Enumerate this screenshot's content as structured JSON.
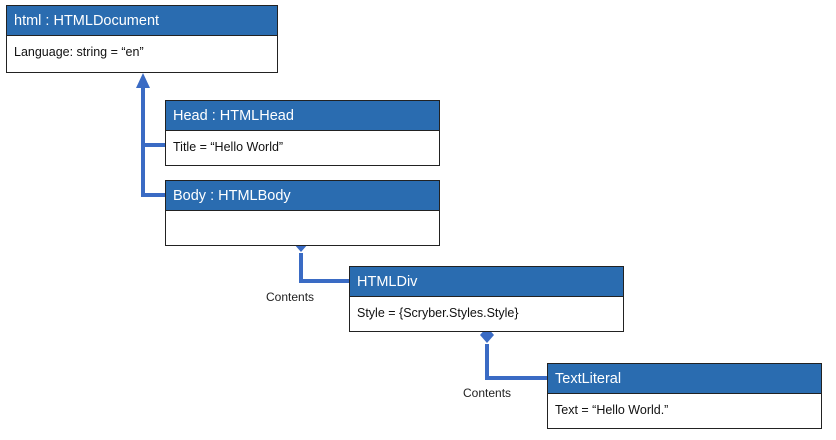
{
  "classes": {
    "html": {
      "header": "html : HTMLDocument",
      "body": "Language: string = “en”"
    },
    "head": {
      "header": "Head : HTMLHead",
      "body": "Title = “Hello World”"
    },
    "bodyEl": {
      "header": "Body : HTMLBody",
      "body": ""
    },
    "div": {
      "header": "HTMLDiv",
      "body": "Style = {Scryber.Styles.Style}"
    },
    "literal": {
      "header": "TextLiteral",
      "body": "Text = “Hello World.”"
    }
  },
  "edges": {
    "div_label": "Contents",
    "literal_label": "Contents"
  },
  "colors": {
    "header_fill": "#2a6cb0",
    "connector": "#3a6bc4",
    "border": "#222222"
  }
}
